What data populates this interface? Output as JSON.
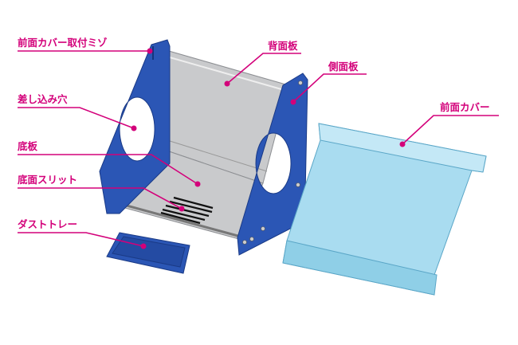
{
  "labels": {
    "cover_groove": "前面カバー取付ミゾ",
    "insert_hole": "差し込み穴",
    "bottom_plate": "底板",
    "bottom_slit": "底面スリット",
    "dust_tray": "ダストトレー",
    "back_plate": "背面板",
    "side_plate": "側面板",
    "front_cover": "前面カバー"
  },
  "colors": {
    "label": "#d3007a",
    "panel": "#2b56b5",
    "plate": "#c9cacc",
    "cover": "#a9dcf0"
  }
}
